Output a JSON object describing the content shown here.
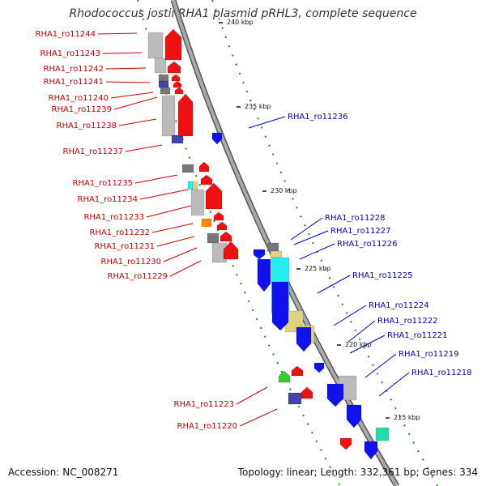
{
  "title": "Rhodococcus jostii RHA1 plasmid pRHL3, complete sequence",
  "accession": "Accession: NC_008271",
  "topology": "Topology: linear; Length: 332,361 bp; Genes: 334",
  "colors": {
    "forward_label": "#cc0000",
    "reverse_label": "#0000cc",
    "forward_gene": "#ee1111",
    "reverse_gene": "#1111ee",
    "backbone": "#888888",
    "tick": "#228822",
    "gray": "#bbbbbb",
    "dark_gray": "#777777",
    "cyan": "#22eeee",
    "tan": "#e0d080",
    "navy": "#4444aa",
    "orange": "#ff8800",
    "green": "#33cc33",
    "teal": "#22ddaa"
  },
  "kbp_marks": [
    "240 kbp",
    "235 kbp",
    "230 kbp",
    "225 kbp",
    "220 kbp",
    "215 kbp"
  ],
  "forward_labels": [
    "RHA1_ro11244",
    "RHA1_ro11243",
    "RHA1_ro11242",
    "RHA1_ro11241",
    "RHA1_ro11240",
    "RHA1_ro11239",
    "RHA1_ro11238",
    "RHA1_ro11237",
    "RHA1_ro11235",
    "RHA1_ro11234",
    "RHA1_ro11233",
    "RHA1_ro11232",
    "RHA1_ro11231",
    "RHA1_ro11230",
    "RHA1_ro11229",
    "RHA1_ro11223",
    "RHA1_ro11220"
  ],
  "reverse_labels": [
    "RHA1_ro11236",
    "RHA1_ro11228",
    "RHA1_ro11227",
    "RHA1_ro11226",
    "RHA1_ro11225",
    "RHA1_ro11224",
    "RHA1_ro11222",
    "RHA1_ro11221",
    "RHA1_ro11219",
    "RHA1_ro11218"
  ]
}
